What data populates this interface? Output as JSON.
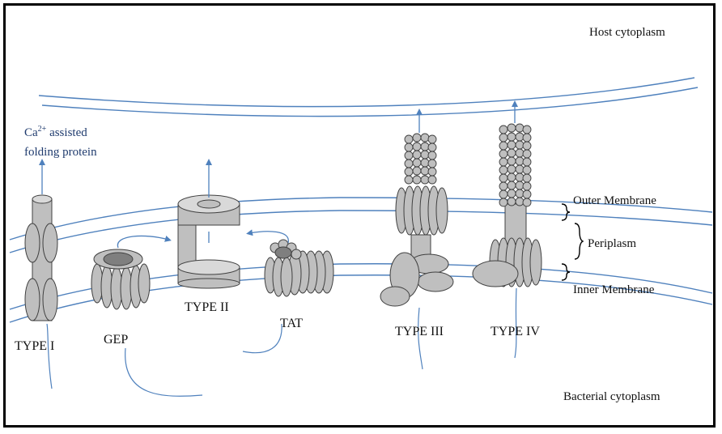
{
  "regions": {
    "host": "Host cytoplasm",
    "bacterial": "Bacterial cytoplasm"
  },
  "membranes": {
    "outer": "Outer Membrane",
    "periplasm": "Periplasm",
    "inner": "Inner Membrane"
  },
  "annotation": {
    "line1_prefix": "Ca",
    "line1_sup": "2+",
    "line1_suffix": " assisted",
    "line2": "folding protein"
  },
  "systems": {
    "type1": "TYPE I",
    "gep": "GEP",
    "type2": "TYPE II",
    "tat": "TAT",
    "type3": "TYPE III",
    "type4": "TYPE IV"
  },
  "colors": {
    "membrane": "#4f81bd",
    "arrow": "#4f81bd",
    "protein_fill": "#bfbfbf",
    "protein_dark": "#7f7f7f",
    "outline": "#404040"
  }
}
